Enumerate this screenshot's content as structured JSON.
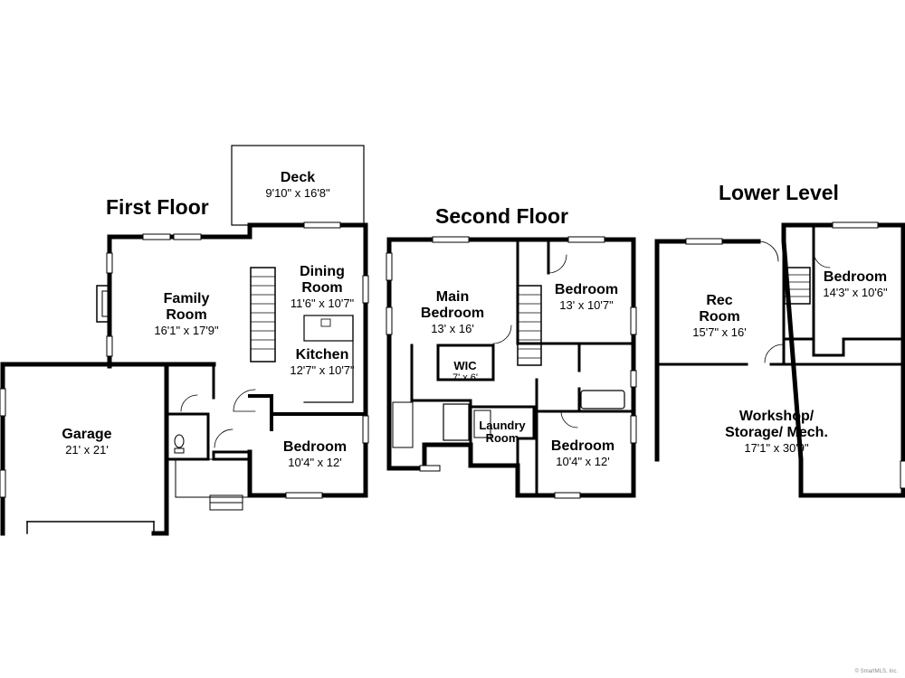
{
  "floors": {
    "first": {
      "title": "First Floor",
      "rooms": {
        "deck": {
          "name": "Deck",
          "dim": "9'10\" x 16'8\""
        },
        "dining": {
          "name": "Dining\nRoom",
          "dim": "11'6\" x 10'7\""
        },
        "family": {
          "name": "Family\nRoom",
          "dim": "16'1\" x 17'9\""
        },
        "kitchen": {
          "name": "Kitchen",
          "dim": "12'7\" x 10'7\""
        },
        "garage": {
          "name": "Garage",
          "dim": "21' x 21'"
        },
        "bedroom": {
          "name": "Bedroom",
          "dim": "10'4\" x 12'"
        }
      }
    },
    "second": {
      "title": "Second Floor",
      "rooms": {
        "main_bedroom": {
          "name": "Main\nBedroom",
          "dim": "13' x 16'"
        },
        "bedroom_ne": {
          "name": "Bedroom",
          "dim": "13' x 10'7\""
        },
        "wic": {
          "name": "WIC",
          "dim": "7' x 6'"
        },
        "laundry": {
          "name": "Laundry\nRoom",
          "dim": ""
        },
        "bedroom_se": {
          "name": "Bedroom",
          "dim": "10'4\" x 12'"
        }
      }
    },
    "lower": {
      "title": "Lower Level",
      "rooms": {
        "rec": {
          "name": "Rec\nRoom",
          "dim": "15'7\" x 16'"
        },
        "bedroom": {
          "name": "Bedroom",
          "dim": "14'3\" x 10'6\""
        },
        "workshop": {
          "name": "Workshop/\nStorage/ Mech.",
          "dim": "17'1\" x 30'9\""
        }
      }
    }
  },
  "credit": "© SmartMLS, Inc."
}
